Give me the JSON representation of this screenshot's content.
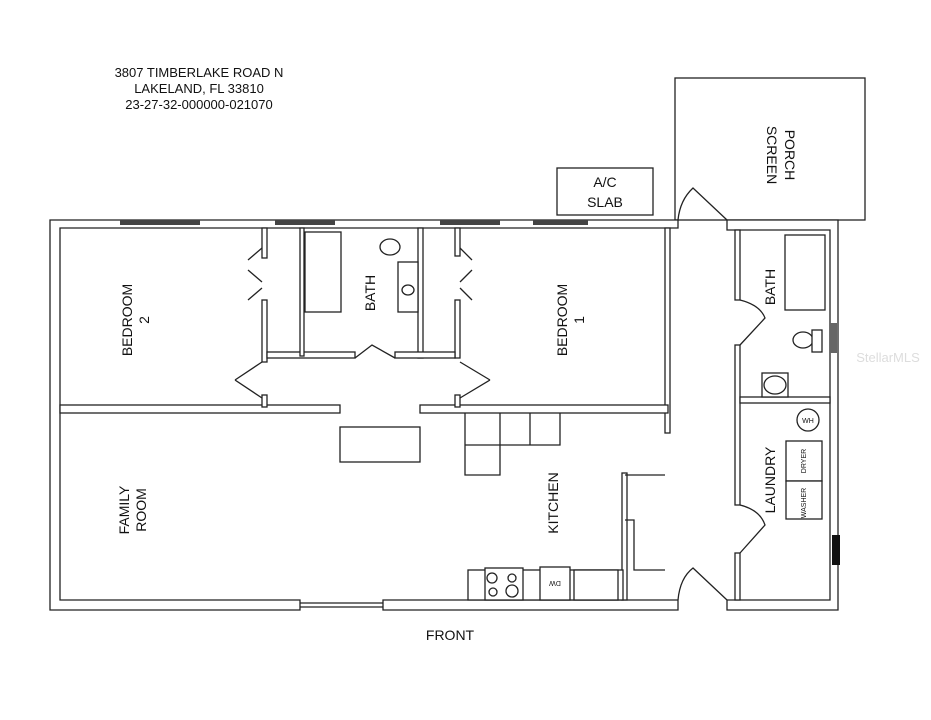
{
  "header": {
    "address_line1": "3807 TIMBERLAKE ROAD N",
    "address_line2": "LAKELAND, FL 33810",
    "parcel_id": "23-27-32-000000-021070"
  },
  "rooms": {
    "bedroom2": [
      "BEDROOM",
      "2"
    ],
    "bath_center": "BATH",
    "bedroom1": [
      "BEDROOM",
      "1"
    ],
    "family_room": [
      "FAMILY",
      "ROOM"
    ],
    "kitchen": "KITCHEN",
    "screen_porch": [
      "SCREEN",
      "PORCH"
    ],
    "bath_right": "BATH",
    "laundry": "LAUNDRY",
    "ac_slab": [
      "A/C",
      "SLAB"
    ]
  },
  "appliances": {
    "dishwasher": "DW",
    "dryer": "DRYER",
    "washer": "WASHER",
    "water_heater": "WH"
  },
  "front_label": "FRONT",
  "watermark": "StellarMLS"
}
